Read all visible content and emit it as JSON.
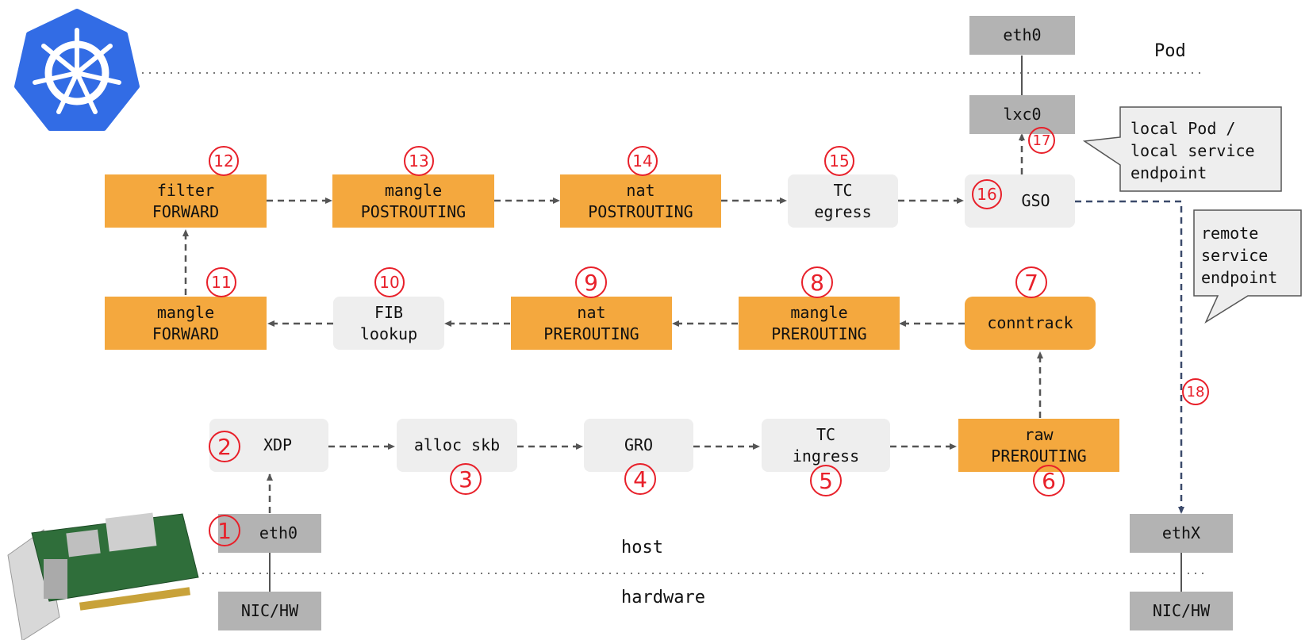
{
  "layers": {
    "pod": "Pod",
    "host": "host",
    "hardware": "hardware"
  },
  "boxes": {
    "pod_eth0": "eth0",
    "lxc0": "lxc0",
    "filter_forward": "filter\nFORWARD",
    "mangle_postrouting": "mangle\nPOSTROUTING",
    "nat_postrouting": "nat\nPOSTROUTING",
    "tc_egress": "TC\negress",
    "gso": "GSO",
    "mangle_forward": "mangle\nFORWARD",
    "fib_lookup": "FIB\nlookup",
    "nat_prerouting": "nat\nPREROUTING",
    "mangle_prerouting": "mangle\nPREROUTING",
    "conntrack": "conntrack",
    "xdp": "XDP",
    "alloc_skb": "alloc skb",
    "gro": "GRO",
    "tc_ingress": "TC\ningress",
    "raw_prerouting": "raw\nPREROUTING",
    "host_eth0": "eth0",
    "nic_hw_left": "NIC/HW",
    "ethx": "ethX",
    "nic_hw_right": "NIC/HW"
  },
  "steps": [
    "1",
    "2",
    "3",
    "4",
    "5",
    "6",
    "7",
    "8",
    "9",
    "10",
    "11",
    "12",
    "13",
    "14",
    "15",
    "16",
    "17",
    "18"
  ],
  "callouts": {
    "local": "local Pod /\nlocal service\nendpoint",
    "remote": "remote\nservice\nendpoint"
  },
  "colors": {
    "orange": "#f4a83e",
    "light": "#eeeeee",
    "grey": "#b3b3b3",
    "step": "#e8202a",
    "k8s_blue": "#326ce5",
    "arrow": "#555555",
    "remote_arrow": "#3b4a6b"
  }
}
